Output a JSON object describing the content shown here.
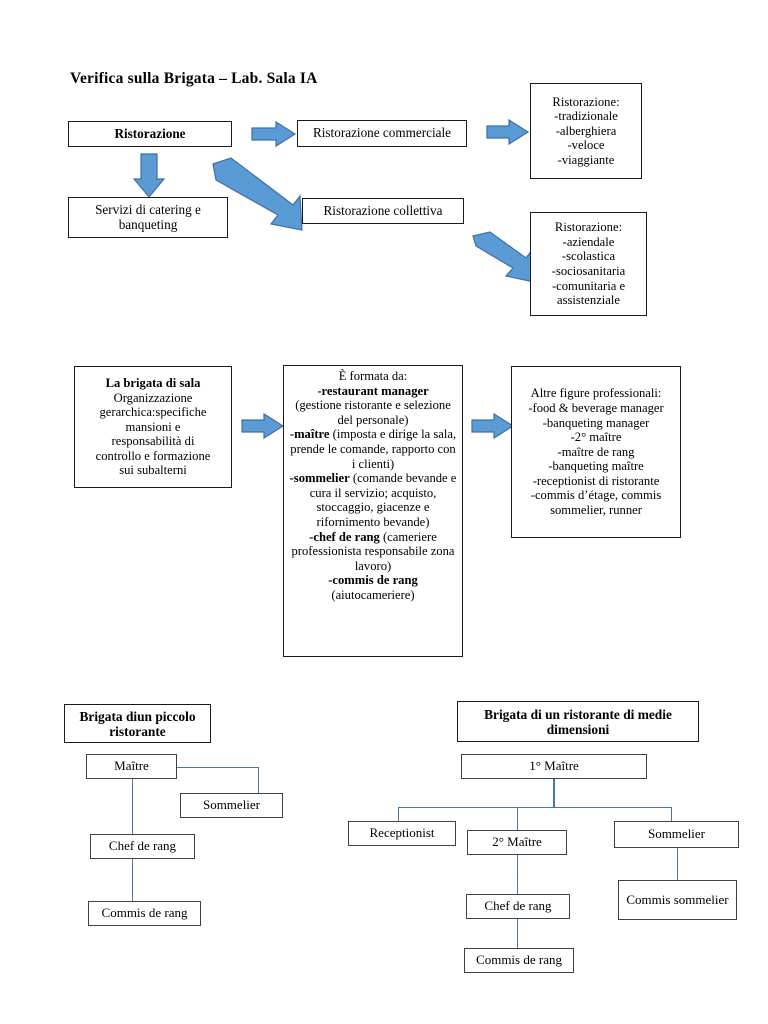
{
  "document": {
    "title": "Verifica sulla Brigata – Lab. Sala IA"
  },
  "colors": {
    "arrow_fill": "#5B9BD5",
    "arrow_stroke": "#3E6FA8",
    "connector": "#4878A8",
    "box_border": "#1A1A1A",
    "node_border": "#404040"
  },
  "section_ristorazione": {
    "root_box": "Ristorazione",
    "catering_box": "Servizi di catering e banqueting",
    "commerciale_box": "Ristorazione commerciale",
    "collettiva_box": "Ristorazione collettiva",
    "commerciale_types": {
      "heading": "Ristorazione:",
      "items": [
        "-tradizionale",
        "-alberghiera",
        "-veloce",
        "-viaggiante"
      ]
    },
    "collettiva_types": {
      "heading": "Ristorazione:",
      "items": [
        "-aziendale",
        "-scolastica",
        "-sociosanitaria",
        "-comunitaria e",
        "assistenziale"
      ]
    }
  },
  "section_brigata": {
    "definition_box": {
      "heading": "La brigata di sala",
      "lines": [
        "Organizzazione",
        "gerarchica:specifiche",
        "mansioni e",
        "responsabilità di",
        "controllo e formazione",
        "sui subalterni"
      ]
    },
    "composition_box": {
      "heading": "È formata da:",
      "roles": [
        {
          "name": "-restaurant manager",
          "description": "(gestione ristorante e selezione del personale)"
        },
        {
          "name": "-maître",
          "description": "(imposta e dirige la sala, prende le comande, rapporto con i clienti)"
        },
        {
          "name": "-sommelier",
          "description": "(comande bevande e cura il servizio; acquisto, stoccaggio, giacenze e rifornimento bevande)"
        },
        {
          "name": "-chef de rang",
          "description": "(cameriere professionista responsabile zona lavoro)"
        },
        {
          "name": "-commis de rang",
          "description": "(aiutocameriere)"
        }
      ]
    },
    "other_roles_box": {
      "heading": "Altre figure professionali:",
      "items": [
        "-food & beverage manager",
        "-banqueting manager",
        "-2° maître",
        "-maître de rang",
        "-banqueting maître",
        "-receptionist di ristorante",
        "-commis d’étage, commis",
        "sommelier, runner"
      ]
    }
  },
  "chart_small": {
    "title": "Brigata diun piccolo ristorante",
    "nodes": {
      "maitre": "Maître",
      "sommelier": "Sommelier",
      "chef_de_rang": "Chef de rang",
      "commis_de_rang": "Commis de rang"
    }
  },
  "chart_medium": {
    "title": "Brigata di un ristorante di medie dimensioni",
    "nodes": {
      "primo_maitre": "1° Maître",
      "receptionist": "Receptionist",
      "secondo_maitre": "2° Maître",
      "sommelier": "Sommelier",
      "chef_de_rang": "Chef de rang",
      "commis_de_rang": "Commis de rang",
      "commis_sommelier": "Commis sommelier"
    }
  }
}
